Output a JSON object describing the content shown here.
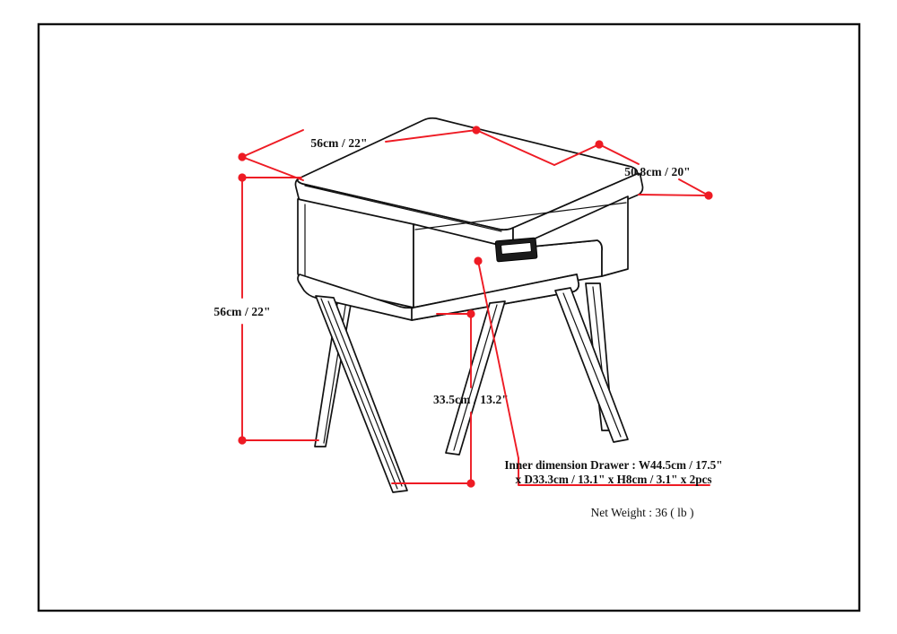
{
  "document": {
    "type": "product-dimension-drawing",
    "subject": "Mid-century end table with one drawer",
    "background_color": "#ffffff",
    "border_color": "#111111",
    "line_color": "#111111",
    "dimension_color": "#ee1b24"
  },
  "dimensions": {
    "width": {
      "id": "width-dimension",
      "label": "56cm / 22\"",
      "axis": "top-front-width"
    },
    "depth": {
      "id": "depth-dimension",
      "label": "50.8cm / 20\"",
      "axis": "top-side-depth"
    },
    "height": {
      "id": "height-dimension",
      "label": "56cm / 22\"",
      "axis": "overall-height"
    },
    "clearance": {
      "id": "clearance-dimension",
      "label": "33.5cm / 13.2\"",
      "axis": "floor-to-apron-height"
    }
  },
  "annotations": {
    "inner_drawer": {
      "id": "inner-dimension-note",
      "line1": "Inner dimension Drawer : W44.5cm / 17.5\"",
      "line2": "x D33.3cm / 13.1\" x H8cm / 3.1\" x 2pcs"
    },
    "net_weight": {
      "id": "net-weight-note",
      "text": "Net Weight : 36 ( lb )"
    }
  },
  "furniture": {
    "parts": [
      {
        "name": "table-top",
        "description": "rounded rectangular top panel"
      },
      {
        "name": "drawer-front",
        "description": "single drawer front with recessed pull"
      },
      {
        "name": "drawer-handle",
        "description": "recessed rectangular pull handle"
      },
      {
        "name": "apron",
        "description": "lower rail beneath drawer"
      },
      {
        "name": "leg-front-left",
        "description": "tapered splayed leg"
      },
      {
        "name": "leg-front-right",
        "description": "tapered splayed leg"
      },
      {
        "name": "leg-back-left",
        "description": "tapered splayed leg"
      },
      {
        "name": "leg-back-right",
        "description": "tapered splayed leg"
      }
    ]
  }
}
